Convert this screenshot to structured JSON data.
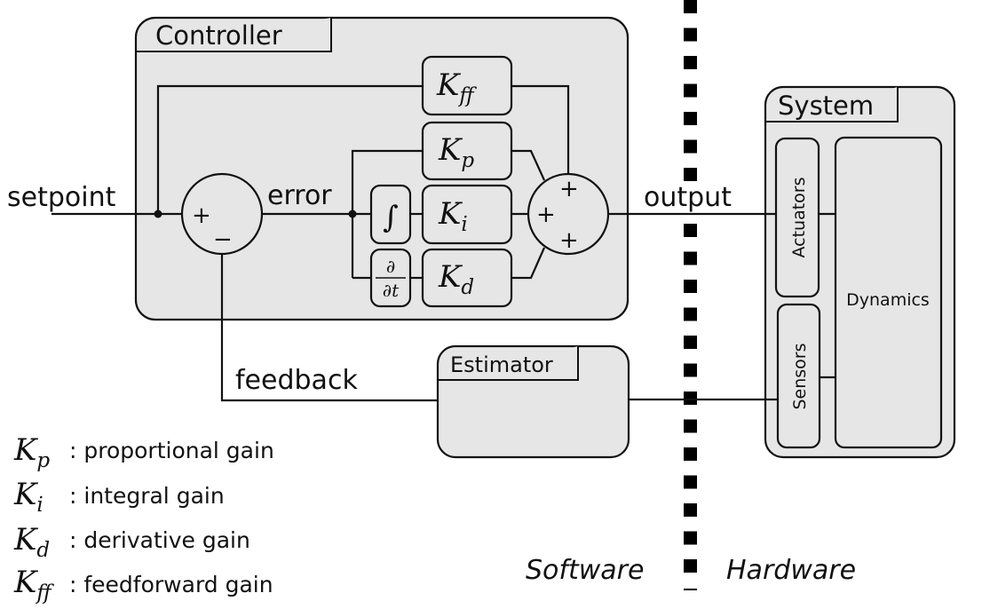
{
  "diagram": {
    "controller": {
      "title": "Controller",
      "blocks": {
        "kff": {
          "base": "K",
          "sub": "ff"
        },
        "kp": {
          "base": "K",
          "sub": "p"
        },
        "ki": {
          "base": "K",
          "sub": "i"
        },
        "kd": {
          "base": "K",
          "sub": "d"
        },
        "integral": "∫",
        "derivative_num": "∂",
        "derivative_den": "∂t"
      },
      "error_summer": {
        "plus": "+",
        "minus": "−"
      },
      "output_summer": {
        "top": "+",
        "left": "+",
        "bottom": "+"
      }
    },
    "signals": {
      "setpoint": "setpoint",
      "error": "error",
      "output": "output",
      "feedback": "feedback"
    },
    "estimator": {
      "title": "Estimator"
    },
    "system": {
      "title": "System",
      "actuators": "Actuators",
      "sensors": "Sensors",
      "dynamics": "Dynamics"
    },
    "divider": {
      "left_label": "Software",
      "right_label": "Hardware"
    },
    "legend": [
      {
        "base": "K",
        "sub": "p",
        "desc": ": proportional gain"
      },
      {
        "base": "K",
        "sub": "i",
        "desc": ": integral gain"
      },
      {
        "base": "K",
        "sub": "d",
        "desc": ": derivative gain"
      },
      {
        "base": "K",
        "sub": "ff",
        "desc": ": feedforward gain"
      }
    ]
  }
}
